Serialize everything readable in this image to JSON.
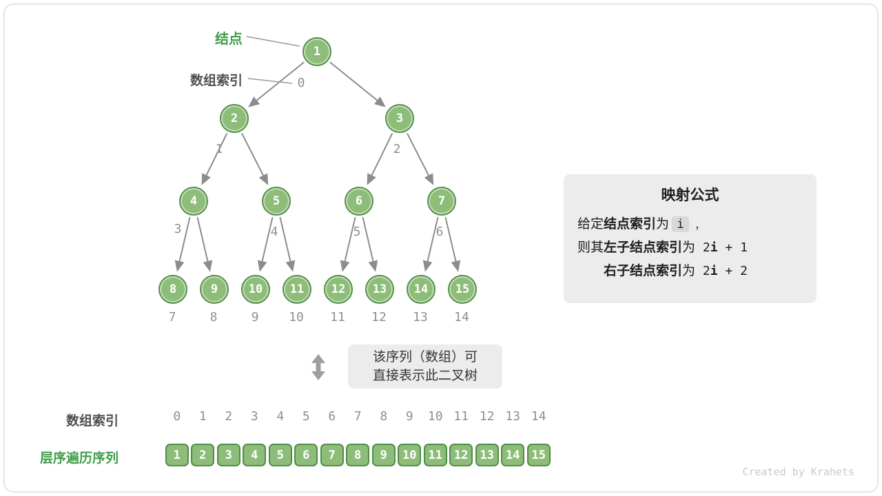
{
  "pointers": {
    "node_label": "结点",
    "array_index_label": "数组索引"
  },
  "tree": {
    "nodes": [
      {
        "value": "1",
        "index": "0"
      },
      {
        "value": "2",
        "index": "1"
      },
      {
        "value": "3",
        "index": "2"
      },
      {
        "value": "4",
        "index": "3"
      },
      {
        "value": "5",
        "index": "4"
      },
      {
        "value": "6",
        "index": "5"
      },
      {
        "value": "7",
        "index": "6"
      },
      {
        "value": "8",
        "index": "7"
      },
      {
        "value": "9",
        "index": "8"
      },
      {
        "value": "10",
        "index": "9"
      },
      {
        "value": "11",
        "index": "10"
      },
      {
        "value": "12",
        "index": "11"
      },
      {
        "value": "13",
        "index": "12"
      },
      {
        "value": "14",
        "index": "13"
      },
      {
        "value": "15",
        "index": "14"
      }
    ]
  },
  "formula": {
    "title": "映射公式",
    "line1": {
      "a": "给定",
      "b": "结点索引",
      "c": "为",
      "code": "i",
      "d": " ,"
    },
    "line2": {
      "a": "则其",
      "b": "左子结点索引",
      "c": "为",
      "code_pre": " 2",
      "code_i": "i",
      "code_post": " + 1"
    },
    "line3": {
      "b": "右子结点索引",
      "c": "为",
      "code_pre": " 2",
      "code_i": "i",
      "code_post": " + 2"
    }
  },
  "annotation": {
    "line1": "该序列（数组）可",
    "line2": "直接表示此二叉树"
  },
  "bottom": {
    "array_index_label": "数组索引",
    "sequence_label": "层序遍历序列",
    "indices": [
      "0",
      "1",
      "2",
      "3",
      "4",
      "5",
      "6",
      "7",
      "8",
      "9",
      "10",
      "11",
      "12",
      "13",
      "14"
    ],
    "sequence": [
      "1",
      "2",
      "3",
      "4",
      "5",
      "6",
      "7",
      "8",
      "9",
      "10",
      "11",
      "12",
      "13",
      "14",
      "15"
    ]
  },
  "watermark": "Created by Krahets",
  "colors": {
    "node_fill": "#8ebd7a",
    "node_border": "#55904a",
    "accent_green": "#3f9e47",
    "edge_gray": "#8c8c8c",
    "panel_bg": "#ececec"
  }
}
